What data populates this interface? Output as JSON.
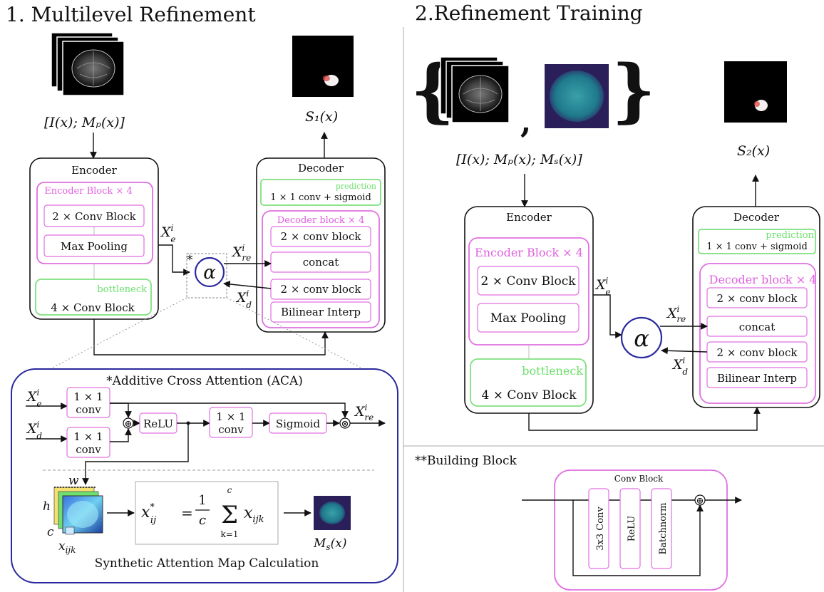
{
  "panel1": {
    "title": "1. Multilevel Refinement",
    "input_label": "[I(x); Mₚ(x)]",
    "output_label": "S₁(x)",
    "encoder": {
      "title": "Encoder",
      "block_label": "Encoder Block × 4",
      "conv": "2 × Conv Block",
      "pool": "Max Pooling",
      "bottleneck_label": "bottleneck",
      "bottleneck_conv": "4 × Conv Block"
    },
    "decoder": {
      "title": "Decoder",
      "prediction_label": "prediction",
      "prediction_conv": "1 × 1   conv + sigmoid",
      "block_label": "Decoder block × 4",
      "conv1": "2 × conv block",
      "concat": "concat",
      "conv2": "2 × conv block",
      "interp": "Bilinear Interp"
    },
    "xe": "X",
    "xe_sup": "i",
    "xe_sub": "e",
    "xre_sub": "re",
    "xd_sub": "d",
    "alpha": "α",
    "star": "*"
  },
  "aca": {
    "title": "*Additive Cross Attention (ACA)",
    "conv_top": [
      "1 × 1",
      "conv"
    ],
    "conv_bottom": [
      "1 × 1",
      "conv"
    ],
    "relu": "ReLU",
    "conv_mid": [
      "1 × 1",
      "conv"
    ],
    "sigmoid": "Sigmoid",
    "plus": "⊕",
    "times": "⊗",
    "dim_w": "w",
    "dim_h": "h",
    "dim_c": "c",
    "xijk": "x",
    "xijk_sub": "ijk",
    "formula_lhs": "x",
    "formula_lhs_sup": "*",
    "formula_lhs_sub": "ij",
    "formula_frac_num": "1",
    "formula_frac_den": "c",
    "formula_sum": "Σ",
    "formula_sum_top": "c",
    "formula_sum_bottom": "k=1",
    "formula_term": "x",
    "formula_term_sub": "ijk",
    "map_label": "M",
    "map_label_sub": "s",
    "map_label_arg": "(x)",
    "caption": "Synthetic Attention Map Calculation"
  },
  "panel2": {
    "title": "2.Refinement Training",
    "input_label": "[I(x); Mₚ(x); Mₛ(x)]",
    "output_label": "S₂(x)",
    "encoder": {
      "title": "Encoder",
      "block_label": "Encoder Block × 4",
      "conv": "2 × Conv Block",
      "pool": "Max Pooling",
      "bottleneck_label": "bottleneck",
      "bottleneck_conv": "4 × Conv Block"
    },
    "decoder": {
      "title": "Decoder",
      "prediction_label": "prediction",
      "prediction_conv": "1 × 1   conv + sigmoid",
      "block_label": "Decoder block × 4",
      "conv1": "2 × conv block",
      "concat": "concat",
      "conv2": "2 × conv block",
      "interp": "Bilinear Interp"
    },
    "alpha": "α",
    "brace_open": "{",
    "brace_close": "}",
    "comma": ","
  },
  "building_block": {
    "title": "**Building Block",
    "conv_block": "Conv Block",
    "layers": [
      "3x3 Conv",
      "ReLU",
      "Batchnorm"
    ],
    "plus": "⊕"
  },
  "colors": {
    "magenta": "#e070e0",
    "green": "#7fe07f",
    "navy": "#2a2aa0",
    "black": "#111111"
  }
}
